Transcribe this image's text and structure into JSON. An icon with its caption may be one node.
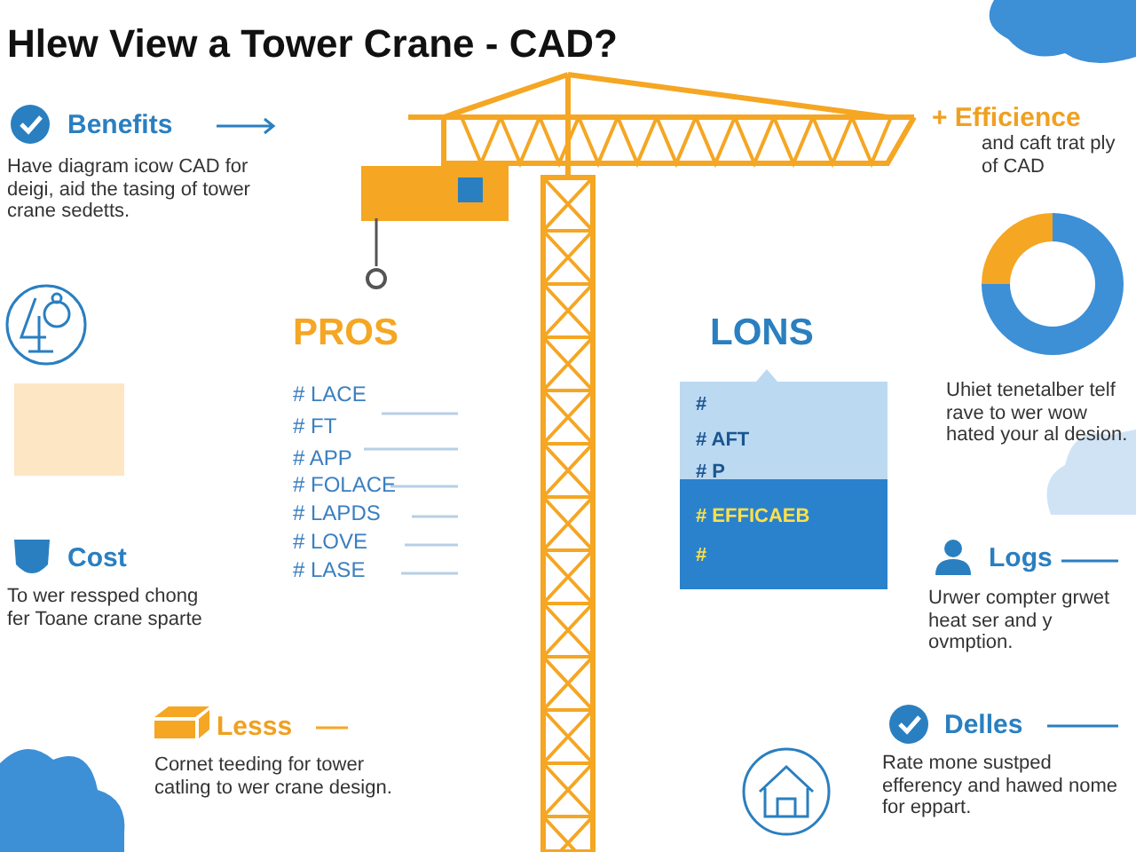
{
  "diagram": {
    "title": "Hlew View a Tower Crane - CAD?",
    "nodes": [
      {
        "text": [],
        "shape": "cloud"
      },
      {
        "text": [],
        "shape": "cloud"
      },
      {
        "text": [],
        "shape": "cloud"
      }
    ],
    "labels": [
      "Benefits",
      "Have diagram icow CAD for deigi, aid the tasing of tower crane sedetts.",
      "+ Efficience",
      "and caft trat ply of CAD",
      "PROS",
      "LONS",
      "Uhiet tenetalber telf rave to wer wow hated your al desion.",
      "# LACE",
      "# FT",
      "# APP",
      "# FOLACE",
      "# LAPDS",
      "# LOVE",
      "# LASE",
      "#",
      "# AFT",
      "# P",
      "# EFFICAEB",
      "#",
      "Cost",
      "To wer ressped chong fer Toane crane sparte",
      "Logs",
      "Urwer compter grwet heat ser and y ovmption.",
      "Lesss",
      "Cornet teeding for tower catling to wer crane design.",
      "Delles",
      "Rate mone sustped efferency and hawed nome for eppart."
    ]
  }
}
